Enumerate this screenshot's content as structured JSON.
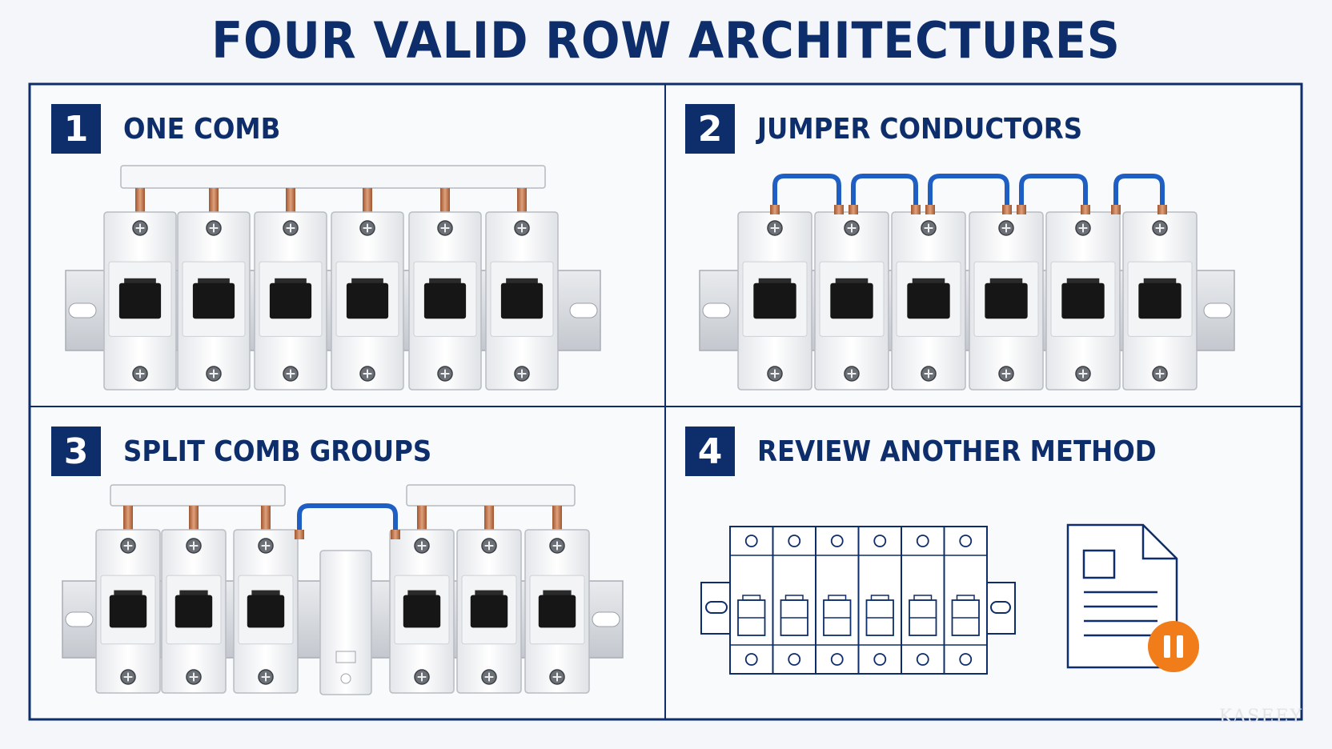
{
  "title": "FOUR VALID ROW ARCHITECTURES",
  "panels": [
    {
      "number": "1",
      "name": "ONE COMB"
    },
    {
      "number": "2",
      "name": "JUMPER CONDUCTORS"
    },
    {
      "number": "3",
      "name": "SPLIT COMB GROUPS"
    },
    {
      "number": "4",
      "name": "REVIEW ANOTHER METHOD"
    }
  ],
  "watermark": "KASEEY",
  "colors": {
    "navy": "#0e2d6b",
    "copper": "#c0744a",
    "jumper_blue": "#1f5fc4",
    "orange": "#f07d1a"
  },
  "icons": [
    "breaker-row-illustration",
    "document-icon",
    "pause-icon"
  ]
}
